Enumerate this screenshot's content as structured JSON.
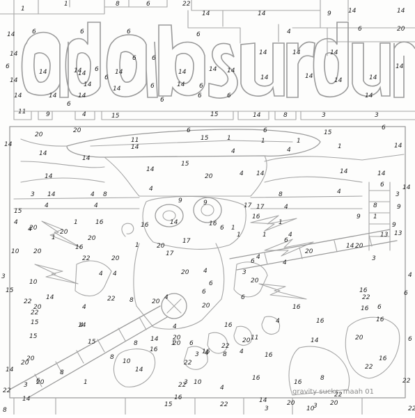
{
  "artwork": {
    "title_lettering": "ad absurdum",
    "caption": "gravity sucks, maah  01",
    "outline_color": "#9a9a9a",
    "paper_color": "#fdfdfc",
    "number_color": "#222222"
  },
  "numbers": [
    "1",
    "1",
    "8",
    "6",
    "22",
    "14",
    "14",
    "9",
    "14",
    "14",
    "14",
    "6",
    "6",
    "6",
    "6",
    "4",
    "6",
    "20",
    "14",
    "14",
    "6",
    "14",
    "14",
    "14",
    "14",
    "14",
    "6",
    "14",
    "6",
    "14",
    "6",
    "14",
    "6",
    "14",
    "14",
    "14",
    "14",
    "14",
    "14",
    "14",
    "14",
    "14",
    "14",
    "14",
    "14",
    "6",
    "14",
    "6",
    "6",
    "6",
    "6",
    "6",
    "14",
    "11",
    "9",
    "4",
    "15",
    "15",
    "14",
    "8",
    "3",
    "3",
    "20",
    "20",
    "14",
    "6",
    "6",
    "6",
    "11",
    "15",
    "1",
    "1",
    "1",
    "15",
    "1",
    "14",
    "14",
    "14",
    "14",
    "15",
    "4",
    "4",
    "14",
    "14",
    "14",
    "14",
    "20",
    "4",
    "4",
    "14",
    "14",
    "3",
    "14",
    "4",
    "8",
    "4",
    "8",
    "6",
    "3",
    "4",
    "4",
    "9",
    "9",
    "17",
    "17",
    "4",
    "8",
    "9",
    "15",
    "4",
    "20",
    "20",
    "1",
    "16",
    "16",
    "14",
    "16",
    "16",
    "1",
    "9",
    "1",
    "9",
    "4",
    "20",
    "1",
    "6",
    "1",
    "13",
    "13",
    "3",
    "10",
    "20",
    "16",
    "1",
    "20",
    "17",
    "17",
    "6",
    "20",
    "14",
    "20",
    "3",
    "10",
    "22",
    "20",
    "4",
    "4",
    "4",
    "4",
    "6",
    "3",
    "22",
    "22",
    "20",
    "4",
    "20",
    "4",
    "16",
    "6",
    "15",
    "22",
    "14",
    "4",
    "8",
    "20",
    "4",
    "6",
    "20",
    "4",
    "6",
    "14",
    "15",
    "20",
    "4",
    "20",
    "6",
    "6",
    "4",
    "16",
    "16",
    "22",
    "15",
    "14",
    "8",
    "20",
    "4",
    "6",
    "20",
    "6",
    "16",
    "14",
    "15",
    "20",
    "1",
    "8",
    "11",
    "22",
    "16",
    "16",
    "16",
    "20",
    "20",
    "8",
    "8",
    "16",
    "3",
    "22",
    "4",
    "16",
    "16",
    "22",
    "22",
    "20",
    "1",
    "14",
    "10",
    "22",
    "16",
    "4",
    "16",
    "22",
    "3",
    "6",
    "14",
    "3",
    "10",
    "8",
    "16",
    "22",
    "8",
    "14",
    "15",
    "14",
    "20",
    "22",
    "3",
    "20",
    "10",
    "22",
    "3",
    "1",
    "1",
    "4"
  ]
}
